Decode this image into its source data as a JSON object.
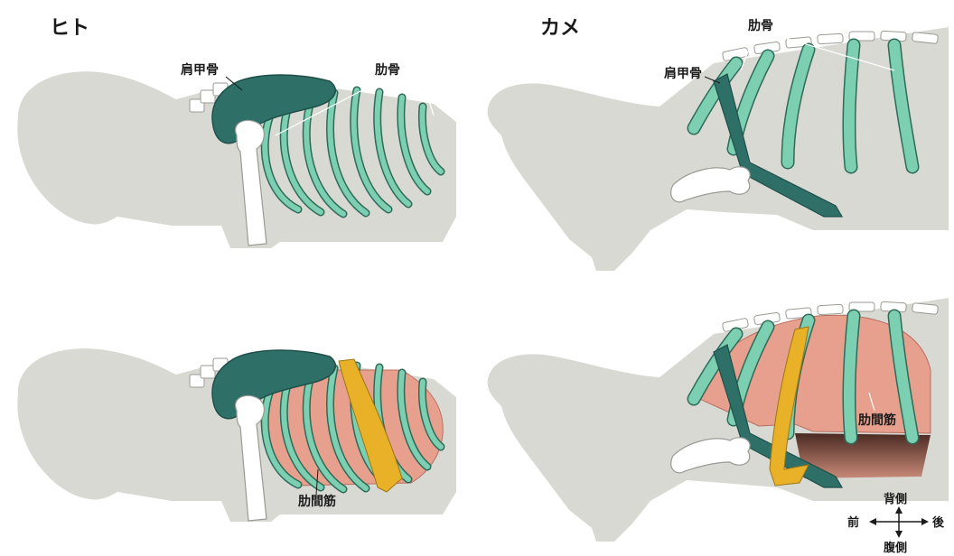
{
  "panels": {
    "human": {
      "title": "ヒト",
      "top_labels": {
        "scapula": "肩甲骨",
        "rib": "肋骨"
      },
      "bottom_labels": {
        "intercostal": "肋間筋"
      }
    },
    "turtle": {
      "title": "カメ",
      "top_labels": {
        "scapula": "肩甲骨",
        "rib": "肋骨"
      },
      "bottom_labels": {
        "intercostal": "肋間筋"
      }
    }
  },
  "compass": {
    "dorsal": "背側",
    "ventral": "腹側",
    "anterior": "前",
    "posterior": "後"
  },
  "colors": {
    "silhouette": "#d9d9d4",
    "rib": "#7ccfb0",
    "rib_outline": "#2f6b5a",
    "scapula": "#2e7068",
    "muscle": "#e7a08e",
    "oblique_band": "#e8b128",
    "bone": "#ffffff",
    "text": "#1a1a1a"
  }
}
